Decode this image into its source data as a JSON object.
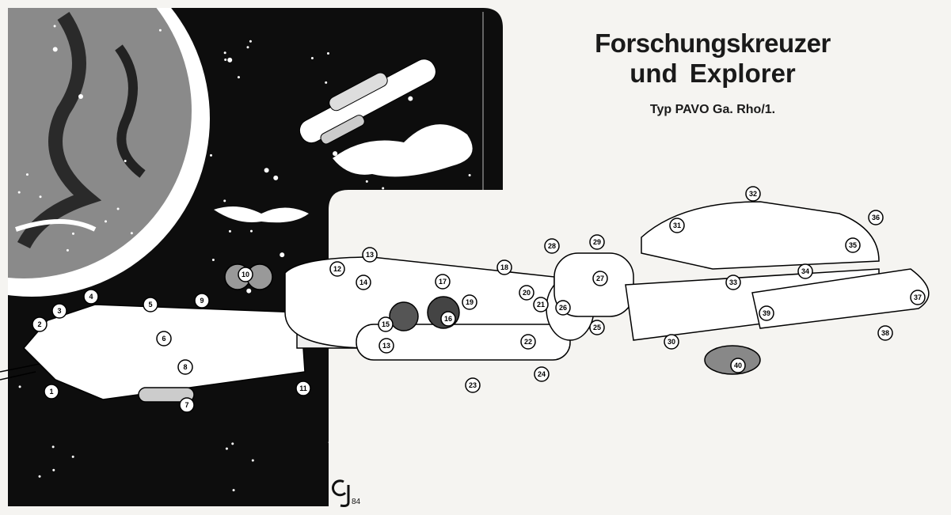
{
  "title": {
    "line1": "Forschungskreuzer",
    "line2": "und  Explorer",
    "subtitle": "Typ PAVO Ga. Rho/1."
  },
  "signature": "GJ '84",
  "callouts": [
    "1",
    "2",
    "3",
    "4",
    "5",
    "6",
    "7",
    "8",
    "9",
    "10",
    "11",
    "12",
    "13",
    "13",
    "14",
    "15",
    "16",
    "17",
    "18",
    "19",
    "20",
    "21",
    "22",
    "23",
    "24",
    "25",
    "26",
    "27",
    "28",
    "29",
    "30",
    "31",
    "32",
    "33",
    "34",
    "35",
    "36",
    "37",
    "38",
    "39",
    "40"
  ],
  "colors": {
    "panel": "#0d0d0d",
    "paper": "#f5f4f1",
    "planet": "#8a8a8a",
    "hull": "#ffffff"
  }
}
